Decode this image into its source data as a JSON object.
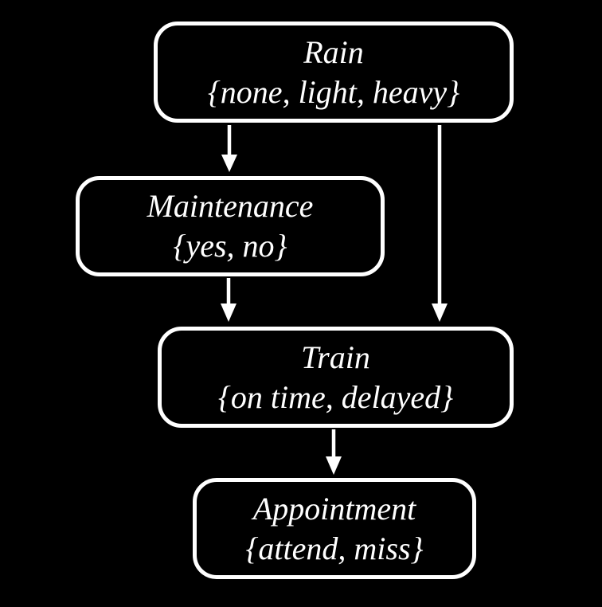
{
  "diagram": {
    "type": "bayesian-network",
    "background_color": "#000000",
    "line_color": "#ffffff",
    "text_color": "#ffffff",
    "nodes": [
      {
        "id": "rain",
        "label": "Rain",
        "domain": "{none, light, heavy}"
      },
      {
        "id": "maintenance",
        "label": "Maintenance",
        "domain": "{yes, no}"
      },
      {
        "id": "train",
        "label": "Train",
        "domain": "{on time, delayed}"
      },
      {
        "id": "appointment",
        "label": "Appointment",
        "domain": "{attend, miss}"
      }
    ],
    "edges": [
      {
        "from": "Rain",
        "to": "Maintenance"
      },
      {
        "from": "Rain",
        "to": "Train"
      },
      {
        "from": "Maintenance",
        "to": "Train"
      },
      {
        "from": "Train",
        "to": "Appointment"
      }
    ]
  }
}
